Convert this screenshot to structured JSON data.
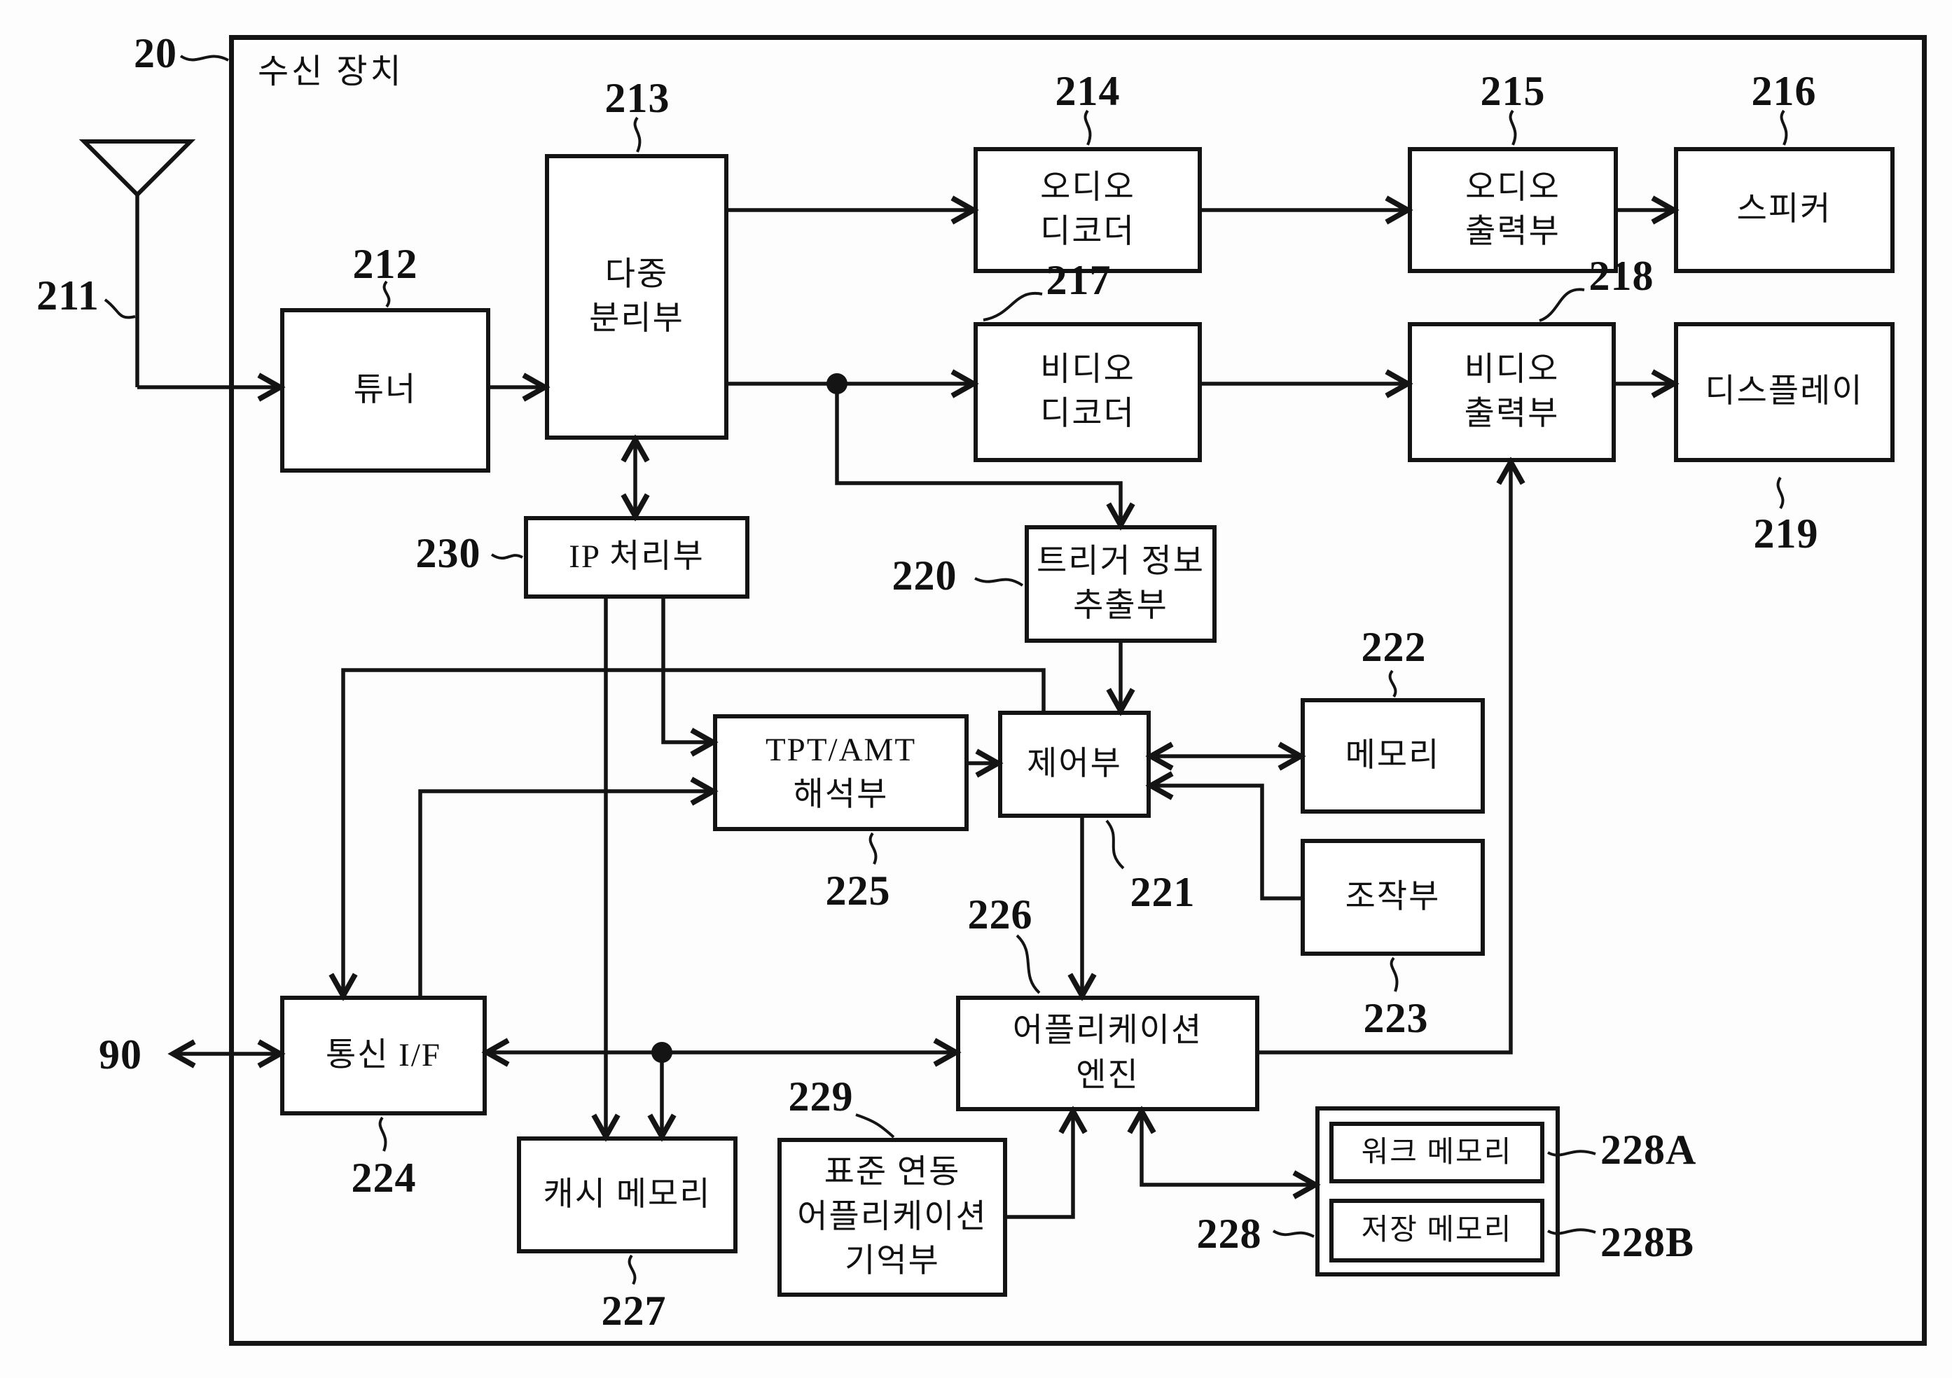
{
  "figure": {
    "device_label": "수신 장치",
    "device_ref": "20",
    "external_ref": "90",
    "antenna_ref": "211"
  },
  "blocks": {
    "tuner": {
      "ref": "212",
      "label": "튜너"
    },
    "demux": {
      "ref": "213",
      "label": "다중\n분리부"
    },
    "audio_decoder": {
      "ref": "214",
      "label": "오디오\n디코더"
    },
    "audio_output": {
      "ref": "215",
      "label": "오디오\n출력부"
    },
    "speaker": {
      "ref": "216",
      "label": "스피커"
    },
    "video_decoder": {
      "ref": "217",
      "label": "비디오\n디코더"
    },
    "video_output": {
      "ref": "218",
      "label": "비디오\n출력부"
    },
    "display": {
      "ref": "219",
      "label": "디스플레이"
    },
    "trigger_extractor": {
      "ref": "220",
      "label": "트리거 정보\n추출부"
    },
    "controller": {
      "ref": "221",
      "label": "제어부"
    },
    "memory": {
      "ref": "222",
      "label": "메모리"
    },
    "operation_unit": {
      "ref": "223",
      "label": "조작부"
    },
    "comm_if": {
      "ref": "224",
      "label": "통신 I/F"
    },
    "tpt_amt_parser": {
      "ref": "225",
      "label": "TPT/AMT\n해석부"
    },
    "app_engine": {
      "ref": "226",
      "label": "어플리케이션\n엔진"
    },
    "cache_memory": {
      "ref": "227",
      "label": "캐시 메모리"
    },
    "memory_group": {
      "ref": "228"
    },
    "work_memory": {
      "ref": "228A",
      "label": "워크 메모리"
    },
    "storage_memory": {
      "ref": "228B",
      "label": "저장 메모리"
    },
    "std_app_storage": {
      "ref": "229",
      "label": "표준 연동\n어플리케이션\n기억부"
    },
    "ip_processor": {
      "ref": "230",
      "label": "IP 처리부"
    }
  },
  "connections": [
    {
      "from": "antenna(211)",
      "to": "tuner(212)",
      "type": "arrow"
    },
    {
      "from": "tuner(212)",
      "to": "demux(213)",
      "type": "arrow"
    },
    {
      "from": "demux(213)",
      "to": "audio_decoder(214)",
      "type": "arrow"
    },
    {
      "from": "audio_decoder(214)",
      "to": "audio_output(215)",
      "type": "arrow"
    },
    {
      "from": "audio_output(215)",
      "to": "speaker(216)",
      "type": "arrow"
    },
    {
      "from": "demux(213)",
      "to": "video_decoder(217)",
      "type": "arrow"
    },
    {
      "from": "video_decoder(217)",
      "to": "video_output(218)",
      "type": "arrow"
    },
    {
      "from": "video_output(218)",
      "to": "display(219)",
      "type": "arrow"
    },
    {
      "from": "demux(213) video line junction",
      "to": "trigger_extractor(220)",
      "type": "arrow"
    },
    {
      "from": "trigger_extractor(220)",
      "to": "controller(221)",
      "type": "arrow"
    },
    {
      "from": "demux(213)",
      "to": "ip_processor(230)",
      "type": "double-arrow"
    },
    {
      "from": "ip_processor(230)",
      "to": "cache_memory(227)",
      "type": "arrow"
    },
    {
      "from": "ip_processor(230)",
      "to": "tpt_amt_parser(225)",
      "type": "arrow"
    },
    {
      "from": "controller(221)",
      "to": "comm_if(224)",
      "type": "arrow"
    },
    {
      "from": "comm_if(224)",
      "to": "tpt_amt_parser(225)",
      "type": "arrow"
    },
    {
      "from": "tpt_amt_parser(225)",
      "to": "controller(221)",
      "type": "arrow"
    },
    {
      "from": "controller(221)",
      "to": "memory(222)",
      "type": "double-arrow"
    },
    {
      "from": "operation_unit(223)",
      "to": "controller(221)",
      "type": "arrow"
    },
    {
      "from": "controller(221)",
      "to": "app_engine(226)",
      "type": "arrow"
    },
    {
      "from": "external(90)",
      "to": "comm_if(224)",
      "type": "double-arrow"
    },
    {
      "from": "comm_if(224)",
      "to": "app_engine(226)",
      "type": "double-arrow"
    },
    {
      "from": "comm_if/app_engine bus junction",
      "to": "cache_memory(227)",
      "type": "arrow"
    },
    {
      "from": "std_app_storage(229)",
      "to": "app_engine(226)",
      "type": "arrow"
    },
    {
      "from": "app_engine(226)",
      "to": "memory_group(228)",
      "type": "double-arrow"
    },
    {
      "from": "app_engine(226)",
      "to": "video_output(218)",
      "type": "arrow"
    }
  ]
}
